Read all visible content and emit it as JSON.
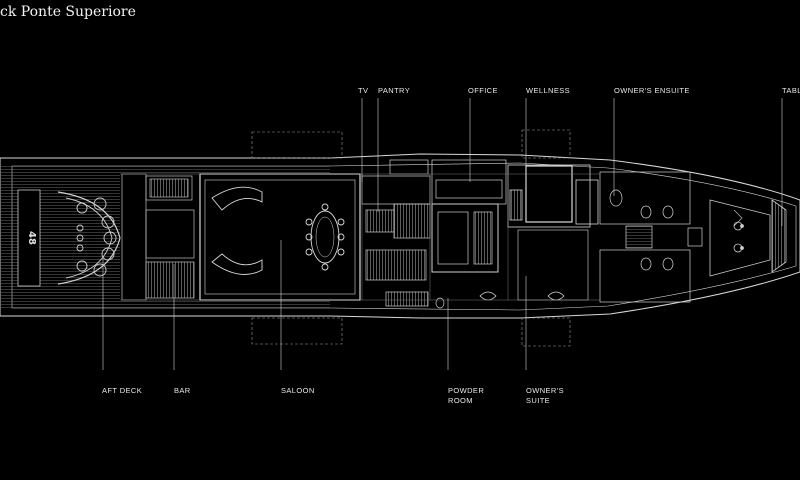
{
  "title": "ck Ponte Superiore",
  "labels_top": {
    "tv": "TV",
    "pantry": "PANTRY",
    "office": "OFFICE",
    "wellness": "WELLNESS",
    "owners_ensuite": "OWNER'S ENSUITE",
    "table": "TABL"
  },
  "labels_bottom": {
    "aft_deck": "AFT DECK",
    "bar": "BAR",
    "saloon": "SALOON",
    "powder_room_1": "POWDER",
    "powder_room_2": "ROOM",
    "owners_suite_1": "OWNER'S",
    "owners_suite_2": "SUITE"
  },
  "logo_mark": "48"
}
